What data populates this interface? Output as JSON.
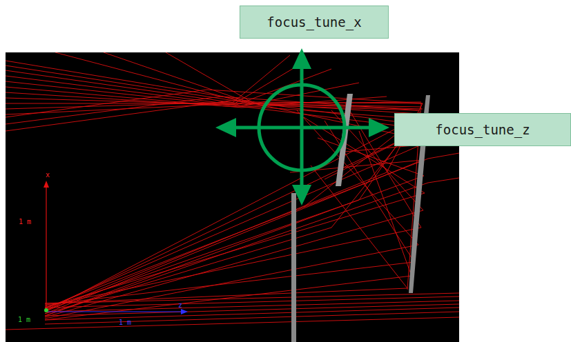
{
  "diagram": {
    "nodes": [
      {
        "text": [
          "focus_tune_x"
        ]
      },
      {
        "text": [
          "focus_tune_z"
        ]
      }
    ],
    "labels": [
      "x",
      "1 m",
      "1 m",
      "z",
      "1 m"
    ]
  }
}
